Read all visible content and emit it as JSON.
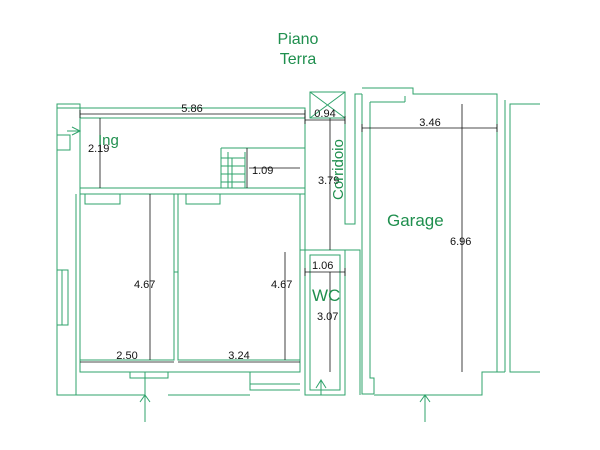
{
  "title": {
    "line1": "Piano",
    "line2": "Terra"
  },
  "rooms": {
    "ingresso": "Ing",
    "corridoio": "Corridoio",
    "garage": "Garage",
    "wc": "WC"
  },
  "dimensions": {
    "d586": "5.86",
    "d094": "0.94",
    "d346": "3.46",
    "d219": "2.19",
    "d109": "1.09",
    "d379": "3.79",
    "d696": "6.96",
    "d106": "1.06",
    "d467a": "4.67",
    "d467b": "4.67",
    "d307": "3.07",
    "d250": "2.50",
    "d324": "3.24"
  },
  "colors": {
    "wall": "#2fa36b",
    "label": "#1f8f4e",
    "dimension": "#111111"
  }
}
